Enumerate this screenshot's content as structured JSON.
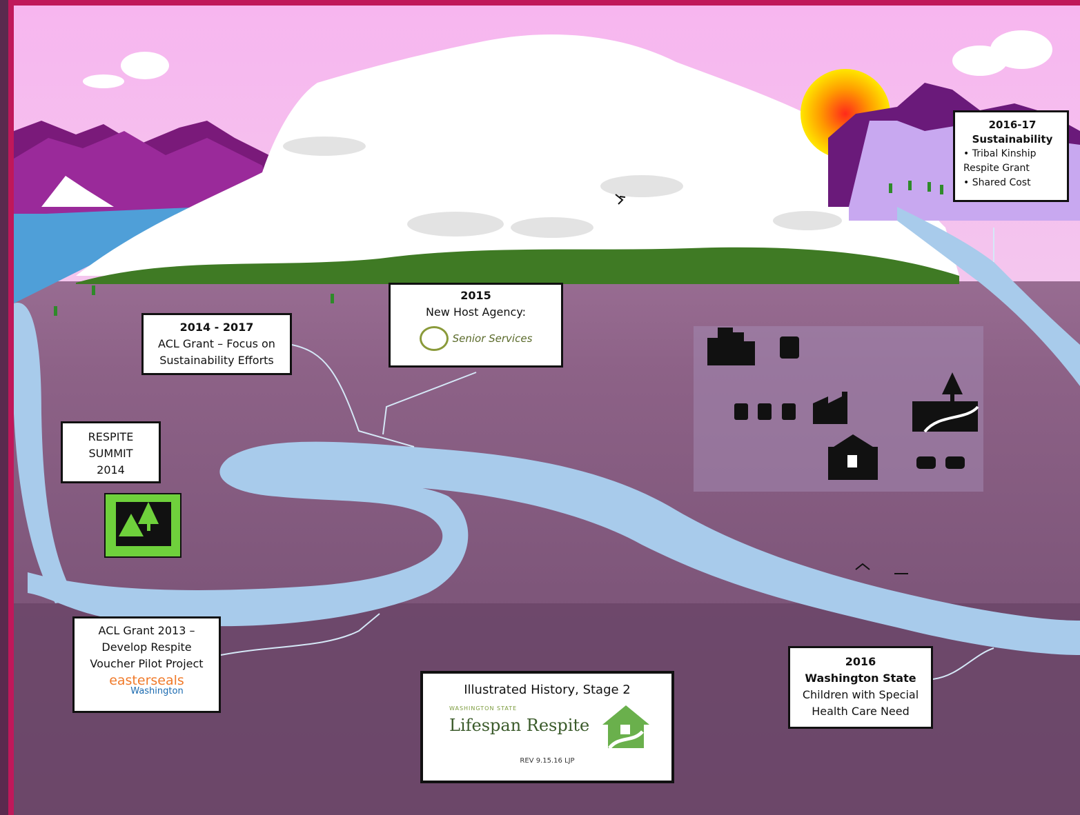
{
  "timeline": {
    "sustainability": {
      "year": "2016-17",
      "title": "Sustainability",
      "bullets": [
        "Tribal Kinship Respite Grant",
        "Shared Cost"
      ]
    },
    "host_agency": {
      "year": "2015",
      "label": "New Host Agency:",
      "logo_text": "Senior Services"
    },
    "acl_2014": {
      "year": "2014 - 2017",
      "line1": "ACL Grant – Focus on",
      "line2": "Sustainability Efforts"
    },
    "summit": {
      "line1": "RESPITE",
      "line2": "SUMMIT",
      "line3": "2014"
    },
    "acl_2013": {
      "line1": "ACL Grant 2013 –",
      "line2": "Develop Respite",
      "line3": "Voucher Pilot Project",
      "logo_main": "easterseals",
      "logo_sub": "Washington"
    },
    "wa_2016": {
      "year": "2016",
      "line1": "Washington State",
      "line2": "Children with Special",
      "line3": "Health Care Need"
    }
  },
  "title_card": {
    "title": "Illustrated History, Stage 2",
    "logo_top": "WASHINGTON STATE",
    "logo_main": "Lifespan Respite",
    "revision": "REV 9.15.16 LJP"
  },
  "colors": {
    "sky": "#f6b9ee",
    "ground_top": "#b783ad",
    "ground_bottom": "#6e4a6c",
    "river": "#a8cbeb",
    "mountain_purple": "#7a1a7a",
    "green": "#3f7a24",
    "frame": "#b0164f",
    "tent_box": "#6fd13c"
  },
  "icons": [
    "city-icon",
    "bus-icon",
    "factory-icon",
    "road-tree-icon",
    "house-icon",
    "car-icon",
    "tent-tree-icon",
    "sun-icon",
    "cloud-icon",
    "tree-icon",
    "skier-icon"
  ]
}
